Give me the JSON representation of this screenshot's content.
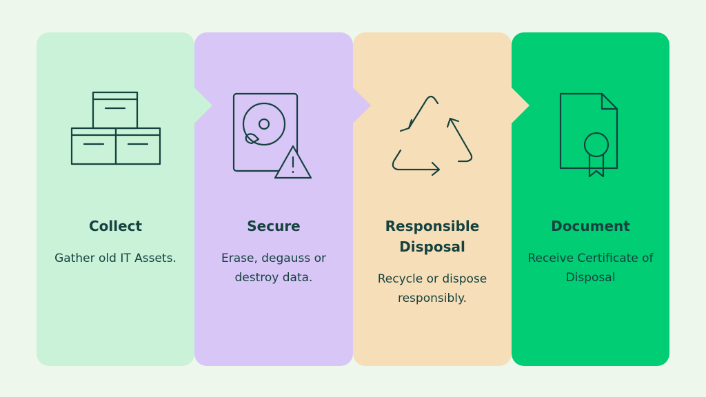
{
  "steps": [
    {
      "title": "Collect",
      "description": "Gather old IT Assets.",
      "icon": "boxes-icon",
      "color": "#c9f2d8"
    },
    {
      "title": "Secure",
      "description": "Erase, degauss or destroy data.",
      "icon": "hard-drive-warning-icon",
      "color": "#d7c6f6"
    },
    {
      "title": "Responsible Disposal",
      "description": "Recycle or dispose responsibly.",
      "icon": "recycle-icon",
      "color": "#f6dfb8"
    },
    {
      "title": "Document",
      "description": "Receive Certificate of Disposal",
      "icon": "certificate-document-icon",
      "color": "#00cd74"
    }
  ]
}
